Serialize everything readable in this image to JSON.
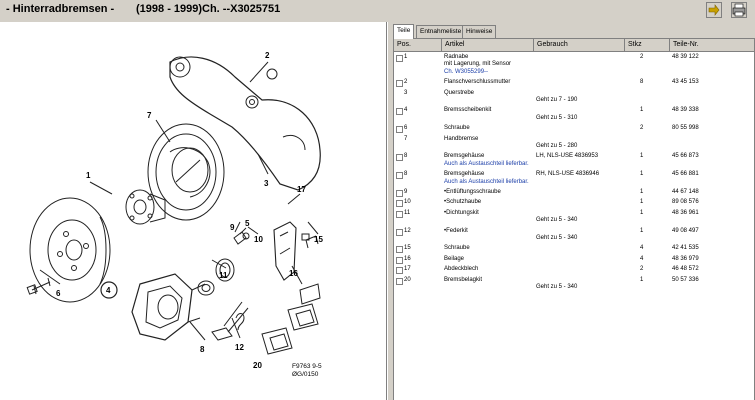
{
  "header": {
    "title": "- Hinterradbremsen -",
    "years": "(1998 - 1999)",
    "chassis": "Ch. --X3025751"
  },
  "tabs": [
    {
      "label": "Teile",
      "active": true
    },
    {
      "label": "Entnahmeliste",
      "active": false
    },
    {
      "label": "Hinweise",
      "active": false
    }
  ],
  "table": {
    "headers": {
      "pos": "Pos.",
      "artikel": "Artikel",
      "gebrauch": "Gebrauch",
      "stk": "Stkz",
      "nr": "Teile-Nr."
    },
    "rows": [
      {
        "checkbox": true,
        "pos": "1",
        "artikel": "Radnabe",
        "sub": "mit Lagerung, mit Sensor",
        "note": "Ch. W3055299--",
        "gebrauch": "",
        "stk": "2",
        "nr": "48 39 122"
      },
      {
        "checkbox": true,
        "pos": "2",
        "artikel": "Flanschverschlussmutter",
        "gebrauch": "",
        "stk": "8",
        "nr": "43 45 153"
      },
      {
        "checkbox": false,
        "pos": "3",
        "artikel": "Querstrebe",
        "geh": "Geht zu 7 - 190",
        "gebrauch": "",
        "stk": "",
        "nr": ""
      },
      {
        "checkbox": true,
        "pos": "4",
        "artikel": "Bremsscheibenkit",
        "geh": "Geht zu 5 - 310",
        "gebrauch": "",
        "stk": "1",
        "nr": "48 39 338"
      },
      {
        "checkbox": true,
        "pos": "6",
        "artikel": "Schraube",
        "gebrauch": "",
        "stk": "2",
        "nr": "80 55 998"
      },
      {
        "checkbox": false,
        "pos": "7",
        "artikel": "Handbremse",
        "geh": "Geht zu 5 - 280",
        "gebrauch": "",
        "stk": "",
        "nr": ""
      },
      {
        "checkbox": true,
        "pos": "8",
        "artikel": "Bremsgehäuse",
        "note": "Auch als Austauschteil lieferbar.",
        "gebrauch": "LH, NLS-USE 4836953",
        "stk": "1",
        "nr": "45 66 873"
      },
      {
        "checkbox": true,
        "pos": "8",
        "artikel": "Bremsgehäuse",
        "note": "Auch als Austauschteil lieferbar.",
        "gebrauch": "RH, NLS-USE 4836946",
        "stk": "1",
        "nr": "45 66 881"
      },
      {
        "checkbox": true,
        "pos": "9",
        "artikel": "•Entlüftungsschraube",
        "gebrauch": "",
        "stk": "1",
        "nr": "44 67 148"
      },
      {
        "checkbox": true,
        "pos": "10",
        "artikel": "•Schutzhaube",
        "gebrauch": "",
        "stk": "1",
        "nr": "89 08 576"
      },
      {
        "checkbox": true,
        "pos": "11",
        "artikel": "•Dichtungskit",
        "geh": "Geht zu 5 - 340",
        "gebrauch": "",
        "stk": "1",
        "nr": "48 36 961"
      },
      {
        "checkbox": true,
        "pos": "12",
        "artikel": "•Federkit",
        "geh": "Geht zu 5 - 340",
        "gebrauch": "",
        "stk": "1",
        "nr": "49 08 497"
      },
      {
        "checkbox": true,
        "pos": "15",
        "artikel": "Schraube",
        "gebrauch": "",
        "stk": "4",
        "nr": "42 41 535"
      },
      {
        "checkbox": true,
        "pos": "16",
        "artikel": "Beilage",
        "gebrauch": "",
        "stk": "4",
        "nr": "48 36 979"
      },
      {
        "checkbox": true,
        "pos": "17",
        "artikel": "Abdeckblech",
        "gebrauch": "",
        "stk": "2",
        "nr": "46 48 572"
      },
      {
        "checkbox": true,
        "pos": "20",
        "artikel": "Bremsbelagkit",
        "geh": "Geht zu 5 - 340",
        "gebrauch": "",
        "stk": "1",
        "nr": "50 57 336"
      }
    ]
  },
  "diagram": {
    "callouts": [
      "1",
      "2",
      "3",
      "4",
      "5",
      "6",
      "7",
      "8",
      "9",
      "10",
      "11",
      "12",
      "15",
      "16",
      "17",
      "20"
    ],
    "caption_line1": "F9763 9-5",
    "caption_line2": "ØG/0150"
  },
  "icons": [
    "arrow-right-icon",
    "printer-icon"
  ]
}
